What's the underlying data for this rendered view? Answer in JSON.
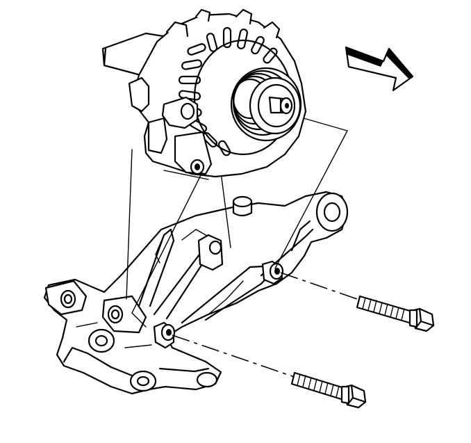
{
  "figure": {
    "colors": {
      "line": "#000000",
      "background": "#ffffff",
      "arrow_fill": "#ffffff"
    },
    "parts": [
      {
        "id": "generator",
        "icon": "alternator-icon"
      },
      {
        "id": "pulley",
        "icon": "pulley-icon"
      },
      {
        "id": "mounting-bracket",
        "icon": "bracket-icon"
      },
      {
        "id": "upper-bolt",
        "icon": "bolt-icon"
      },
      {
        "id": "lower-bolt",
        "icon": "bolt-icon"
      },
      {
        "id": "direction-arrow",
        "icon": "arrow-icon"
      }
    ]
  }
}
